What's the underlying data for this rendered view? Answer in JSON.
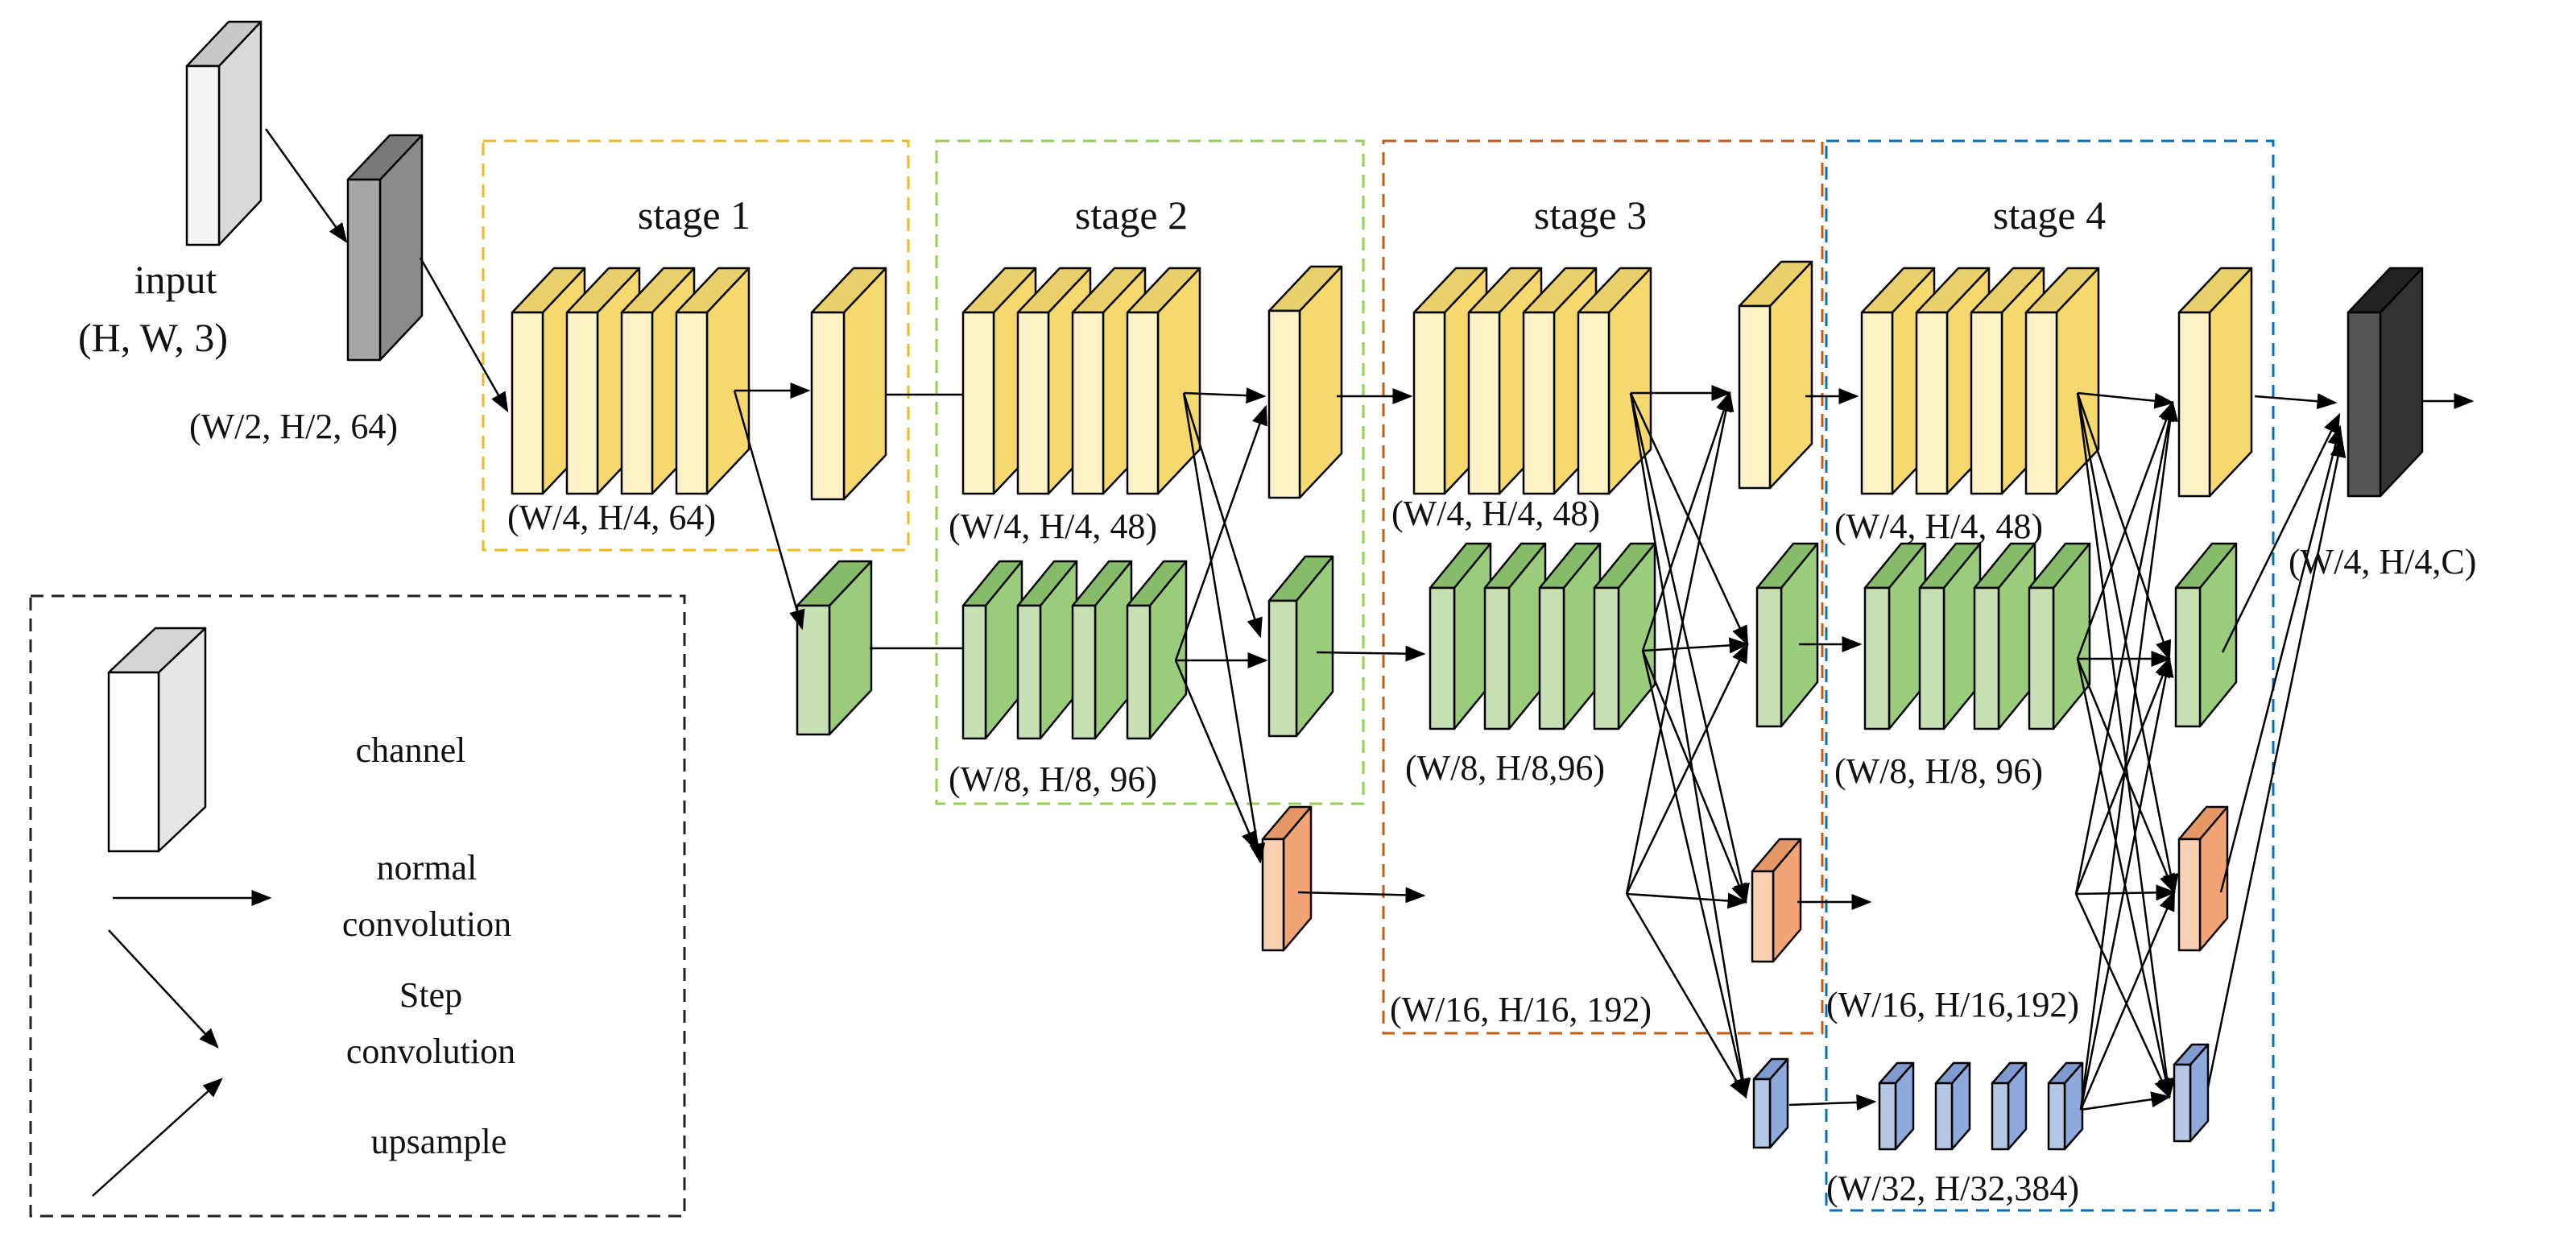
{
  "colors": {
    "input": [
      "#f4f4f4",
      "#d9d9d9",
      "#c8c8c8"
    ],
    "gray": [
      "#a6a6a6",
      "#8a8a8a",
      "#7a7a7a"
    ],
    "dark": [
      "#555555",
      "#333333",
      "#222222"
    ],
    "yellow": [
      "#fdf2c6",
      "#f5d96e",
      "#ead06a"
    ],
    "green": [
      "#c6e0b4",
      "#9bcc7c",
      "#86bb69"
    ],
    "orange": [
      "#fbd0b2",
      "#f2a474",
      "#e59866"
    ],
    "blue": [
      "#b4c7e7",
      "#8ea9db",
      "#7f9bd0"
    ],
    "white": [
      "#ffffff",
      "#e6e6e6",
      "#d4d4d4"
    ],
    "stage1": "#f2b81c",
    "stage2": "#92d050",
    "stage3": "#c55a11",
    "stage4": "#0070c0",
    "legend": "#222222"
  },
  "stages": [
    {
      "title": "stage 1"
    },
    {
      "title": "stage 2"
    },
    {
      "title": "stage 3"
    },
    {
      "title": "stage 4"
    }
  ],
  "input": {
    "title": "input",
    "shape": "(H, W, 3)"
  },
  "labels": {
    "stem": "(W/2, H/2, 64)",
    "s1_high": "(W/4, H/4, 64)",
    "s2_high": "(W/4, H/4, 48)",
    "s2_mid": "(W/8, H/8, 96)",
    "s3_high": "(W/4, H/4, 48)",
    "s3_mid": "(W/8, H/8,96)",
    "s3_low": "(W/16, H/16, 192)",
    "s4_high": "(W/4, H/4, 48)",
    "s4_mid": "(W/8, H/8, 96)",
    "s4_low": "(W/16, H/16,192)",
    "s4_lowest": "(W/32, H/32,384)",
    "output": "(W/4, H/4,C)"
  },
  "legend": {
    "channel": "channel",
    "normal_1": "normal",
    "normal_2": "convolution",
    "step_1": "Step",
    "step_2": "convolution",
    "upsample": "upsample"
  }
}
